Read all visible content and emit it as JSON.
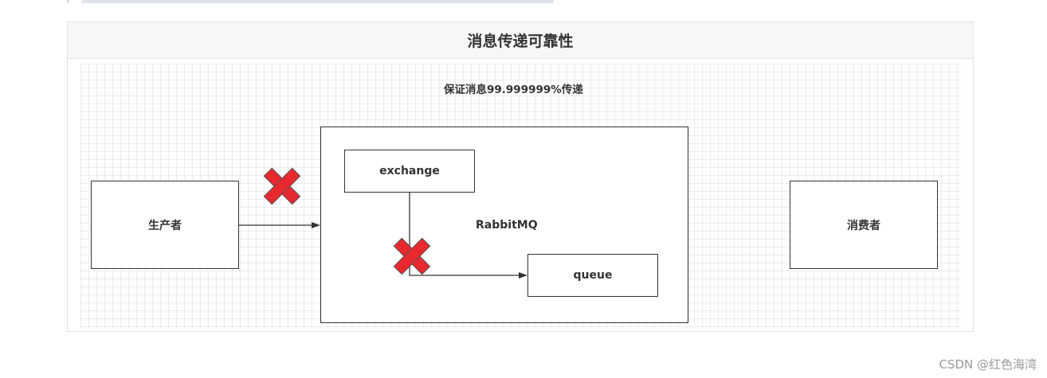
{
  "header": {
    "title": "消息传递可靠性"
  },
  "diagram": {
    "subtitle": "保证消息99.999999%传递",
    "producer": "生产者",
    "consumer": "消费者",
    "broker": "RabbitMQ",
    "exchange": "exchange",
    "queue": "queue"
  },
  "colors": {
    "fail_mark": "#e8282f",
    "line": "#333333"
  },
  "icons": [
    "cross-fail-icon",
    "cross-fail-icon"
  ],
  "watermark": "CSDN @红色海湾"
}
